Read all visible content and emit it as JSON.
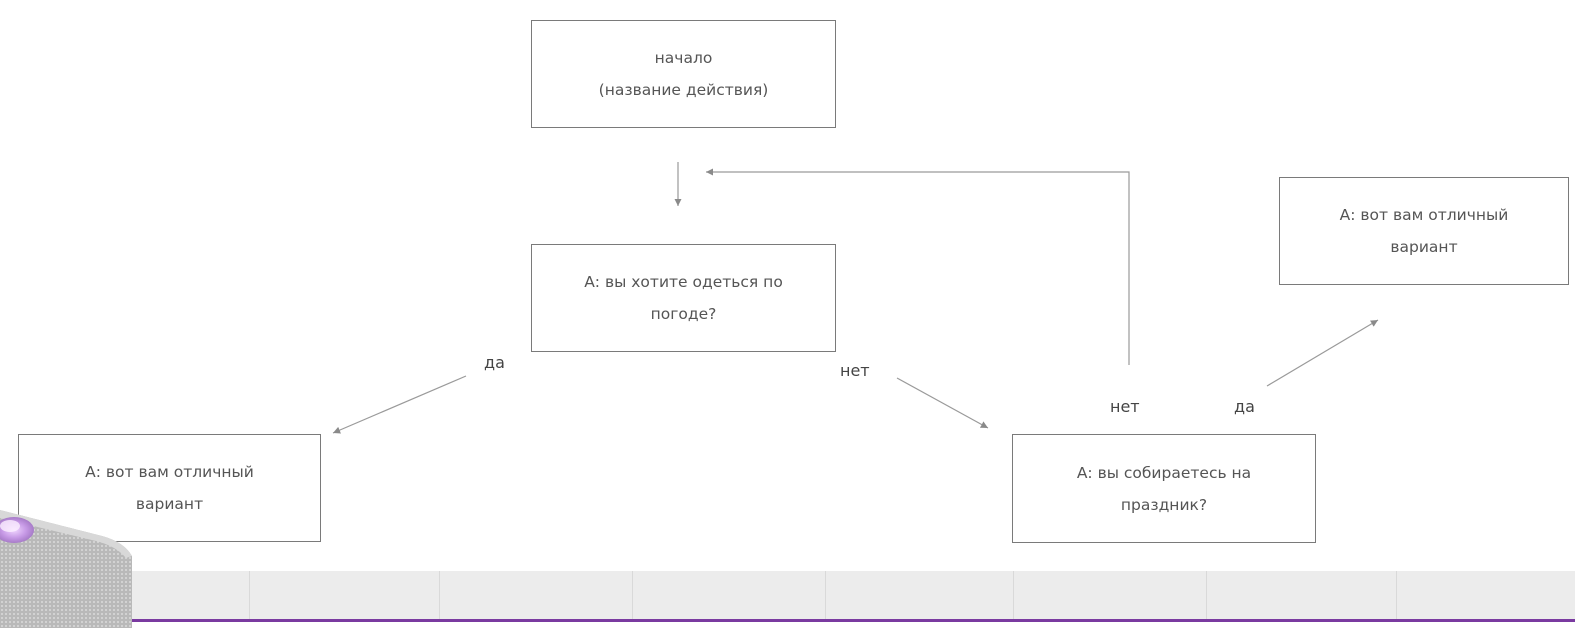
{
  "nodes": [
    {
      "id": "start",
      "text": "начало\n(название действия)"
    },
    {
      "id": "q1",
      "text": "А: вы хотите одеться по\nпогоде?"
    },
    {
      "id": "r1",
      "text": "А: вот вам отличный\nвариант"
    },
    {
      "id": "q2",
      "text": "А: вы собираетесь на\nпраздник?"
    },
    {
      "id": "r2",
      "text": "А: вот вам отличный\nвариант"
    }
  ],
  "edges": [
    {
      "from": "start",
      "to": "q1",
      "label": ""
    },
    {
      "from": "q1",
      "to": "r1",
      "label": "да"
    },
    {
      "from": "q1",
      "to": "q2",
      "label": "нет"
    },
    {
      "from": "q2",
      "to": "q1",
      "label": "нет"
    },
    {
      "from": "q2",
      "to": "r2",
      "label": "да"
    }
  ],
  "colors": {
    "node_border": "#7a7a7a",
    "arrow": "#9a9a9a",
    "accent": "#7a3aa0"
  },
  "icons": [
    "smart-speaker-icon"
  ]
}
